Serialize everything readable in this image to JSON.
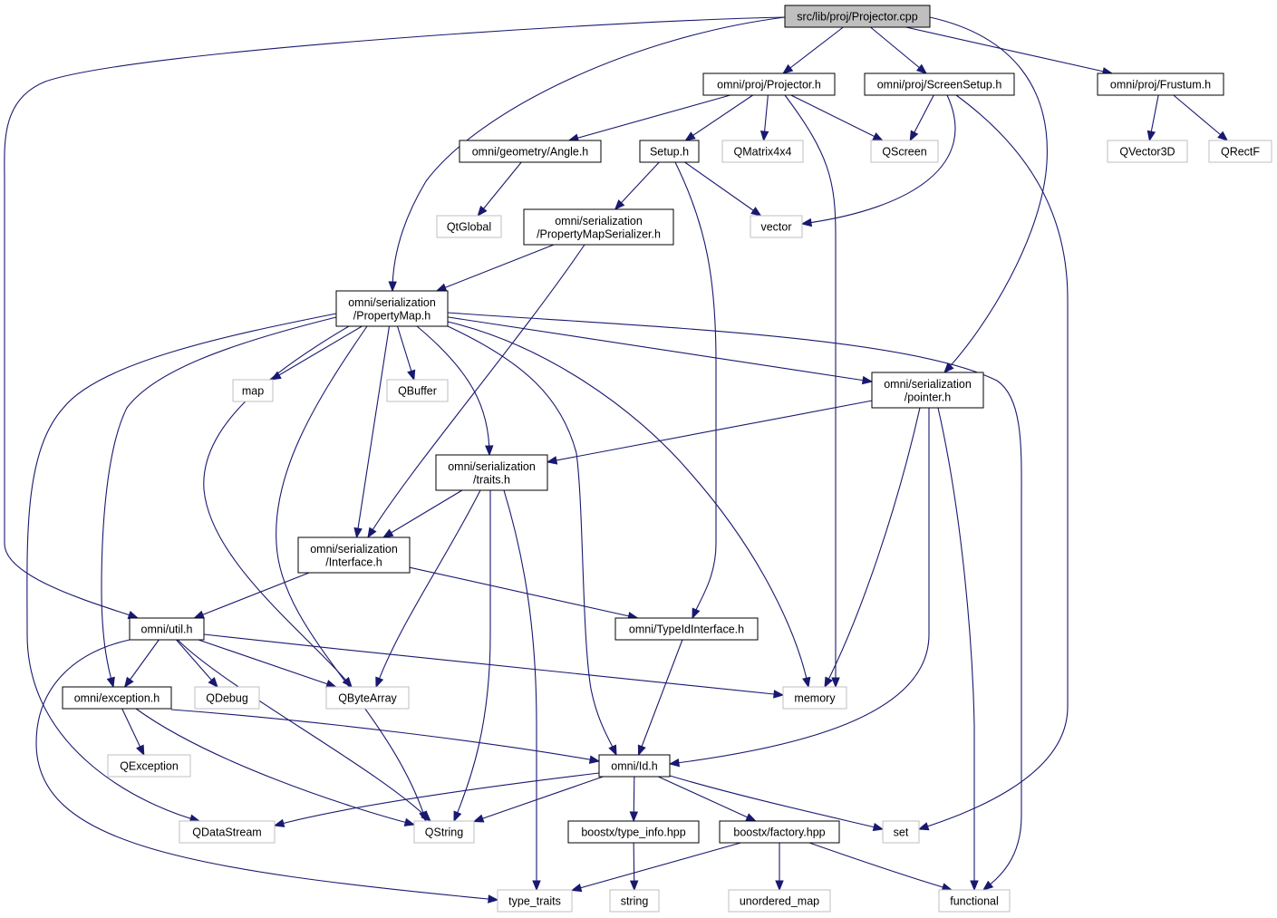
{
  "colors": {
    "edge": "#191970",
    "internal_border": "#000000",
    "external_border": "#bfbfbf",
    "root_fill": "#bfbfbf",
    "node_fill": "#ffffff",
    "label": "#000000"
  },
  "nodes": [
    {
      "id": "root",
      "lines": [
        "src/lib/proj/Projector.cpp"
      ],
      "kind": "root"
    },
    {
      "id": "projector_h",
      "lines": [
        "omni/proj/Projector.h"
      ],
      "kind": "internal"
    },
    {
      "id": "screensetup_h",
      "lines": [
        "omni/proj/ScreenSetup.h"
      ],
      "kind": "internal"
    },
    {
      "id": "frustum_h",
      "lines": [
        "omni/proj/Frustum.h"
      ],
      "kind": "internal"
    },
    {
      "id": "angle_h",
      "lines": [
        "omni/geometry/Angle.h"
      ],
      "kind": "internal"
    },
    {
      "id": "setup_h",
      "lines": [
        "Setup.h"
      ],
      "kind": "internal"
    },
    {
      "id": "qmatrix4x4",
      "lines": [
        "QMatrix4x4"
      ],
      "kind": "external"
    },
    {
      "id": "qscreen",
      "lines": [
        "QScreen"
      ],
      "kind": "external"
    },
    {
      "id": "qvector3d",
      "lines": [
        "QVector3D"
      ],
      "kind": "external"
    },
    {
      "id": "qrectf",
      "lines": [
        "QRectF"
      ],
      "kind": "external"
    },
    {
      "id": "qtglobal",
      "lines": [
        "QtGlobal"
      ],
      "kind": "external"
    },
    {
      "id": "pms_h",
      "lines": [
        "omni/serialization",
        "/PropertyMapSerializer.h"
      ],
      "kind": "internal"
    },
    {
      "id": "vector",
      "lines": [
        "vector"
      ],
      "kind": "external"
    },
    {
      "id": "propertymap_h",
      "lines": [
        "omni/serialization",
        "/PropertyMap.h"
      ],
      "kind": "internal"
    },
    {
      "id": "map",
      "lines": [
        "map"
      ],
      "kind": "external"
    },
    {
      "id": "qbuffer",
      "lines": [
        "QBuffer"
      ],
      "kind": "external"
    },
    {
      "id": "pointer_h",
      "lines": [
        "omni/serialization",
        "/pointer.h"
      ],
      "kind": "internal"
    },
    {
      "id": "traits_h",
      "lines": [
        "omni/serialization",
        "/traits.h"
      ],
      "kind": "internal"
    },
    {
      "id": "interface_h",
      "lines": [
        "omni/serialization",
        "/Interface.h"
      ],
      "kind": "internal"
    },
    {
      "id": "util_h",
      "lines": [
        "omni/util.h"
      ],
      "kind": "internal"
    },
    {
      "id": "typeid_h",
      "lines": [
        "omni/TypeIdInterface.h"
      ],
      "kind": "internal"
    },
    {
      "id": "exception_h",
      "lines": [
        "omni/exception.h"
      ],
      "kind": "internal"
    },
    {
      "id": "qdebug",
      "lines": [
        "QDebug"
      ],
      "kind": "external"
    },
    {
      "id": "qbytearray",
      "lines": [
        "QByteArray"
      ],
      "kind": "external"
    },
    {
      "id": "memory",
      "lines": [
        "memory"
      ],
      "kind": "external"
    },
    {
      "id": "qexception",
      "lines": [
        "QException"
      ],
      "kind": "external"
    },
    {
      "id": "id_h",
      "lines": [
        "omni/Id.h"
      ],
      "kind": "internal"
    },
    {
      "id": "qdatastream",
      "lines": [
        "QDataStream"
      ],
      "kind": "external"
    },
    {
      "id": "qstring",
      "lines": [
        "QString"
      ],
      "kind": "external"
    },
    {
      "id": "typeinfo_hpp",
      "lines": [
        "boostx/type_info.hpp"
      ],
      "kind": "internal"
    },
    {
      "id": "factory_hpp",
      "lines": [
        "boostx/factory.hpp"
      ],
      "kind": "internal"
    },
    {
      "id": "set",
      "lines": [
        "set"
      ],
      "kind": "external"
    },
    {
      "id": "type_traits",
      "lines": [
        "type_traits"
      ],
      "kind": "external"
    },
    {
      "id": "string",
      "lines": [
        "string"
      ],
      "kind": "external"
    },
    {
      "id": "unordered_map",
      "lines": [
        "unordered_map"
      ],
      "kind": "external"
    },
    {
      "id": "functional",
      "lines": [
        "functional"
      ],
      "kind": "external"
    }
  ],
  "edges": [
    {
      "from": "root",
      "to": "projector_h"
    },
    {
      "from": "root",
      "to": "screensetup_h"
    },
    {
      "from": "root",
      "to": "frustum_h"
    },
    {
      "from": "root",
      "to": "propertymap_h"
    },
    {
      "from": "root",
      "to": "pointer_h"
    },
    {
      "from": "root",
      "to": "util_h"
    },
    {
      "from": "projector_h",
      "to": "angle_h"
    },
    {
      "from": "projector_h",
      "to": "setup_h"
    },
    {
      "from": "projector_h",
      "to": "qmatrix4x4"
    },
    {
      "from": "projector_h",
      "to": "qscreen"
    },
    {
      "from": "projector_h",
      "to": "memory"
    },
    {
      "from": "screensetup_h",
      "to": "qscreen"
    },
    {
      "from": "screensetup_h",
      "to": "vector"
    },
    {
      "from": "screensetup_h",
      "to": "set"
    },
    {
      "from": "frustum_h",
      "to": "qvector3d"
    },
    {
      "from": "frustum_h",
      "to": "qrectf"
    },
    {
      "from": "angle_h",
      "to": "qtglobal"
    },
    {
      "from": "setup_h",
      "to": "pms_h"
    },
    {
      "from": "setup_h",
      "to": "vector"
    },
    {
      "from": "setup_h",
      "to": "typeid_h"
    },
    {
      "from": "pms_h",
      "to": "propertymap_h"
    },
    {
      "from": "pms_h",
      "to": "interface_h"
    },
    {
      "from": "propertymap_h",
      "to": "map"
    },
    {
      "from": "propertymap_h",
      "to": "qbuffer"
    },
    {
      "from": "propertymap_h",
      "to": "pointer_h"
    },
    {
      "from": "propertymap_h",
      "to": "traits_h"
    },
    {
      "from": "propertymap_h",
      "to": "interface_h"
    },
    {
      "from": "propertymap_h",
      "to": "exception_h"
    },
    {
      "from": "propertymap_h",
      "to": "qbytearray"
    },
    {
      "from": "propertymap_h",
      "to": "qstring"
    },
    {
      "from": "propertymap_h",
      "to": "qdatastream"
    },
    {
      "from": "propertymap_h",
      "to": "memory"
    },
    {
      "from": "propertymap_h",
      "to": "id_h"
    },
    {
      "from": "propertymap_h",
      "to": "functional"
    },
    {
      "from": "pointer_h",
      "to": "traits_h"
    },
    {
      "from": "pointer_h",
      "to": "memory"
    },
    {
      "from": "pointer_h",
      "to": "id_h"
    },
    {
      "from": "pointer_h",
      "to": "functional"
    },
    {
      "from": "traits_h",
      "to": "interface_h"
    },
    {
      "from": "traits_h",
      "to": "qbytearray"
    },
    {
      "from": "traits_h",
      "to": "qstring"
    },
    {
      "from": "traits_h",
      "to": "type_traits"
    },
    {
      "from": "interface_h",
      "to": "util_h"
    },
    {
      "from": "interface_h",
      "to": "typeid_h"
    },
    {
      "from": "util_h",
      "to": "exception_h"
    },
    {
      "from": "util_h",
      "to": "qdebug"
    },
    {
      "from": "util_h",
      "to": "qbytearray"
    },
    {
      "from": "util_h",
      "to": "qstring"
    },
    {
      "from": "util_h",
      "to": "memory"
    },
    {
      "from": "util_h",
      "to": "type_traits"
    },
    {
      "from": "typeid_h",
      "to": "id_h"
    },
    {
      "from": "exception_h",
      "to": "qexception"
    },
    {
      "from": "exception_h",
      "to": "qstring"
    },
    {
      "from": "exception_h",
      "to": "id_h"
    },
    {
      "from": "id_h",
      "to": "qdatastream"
    },
    {
      "from": "id_h",
      "to": "qstring"
    },
    {
      "from": "id_h",
      "to": "typeinfo_hpp"
    },
    {
      "from": "id_h",
      "to": "factory_hpp"
    },
    {
      "from": "id_h",
      "to": "set"
    },
    {
      "from": "typeinfo_hpp",
      "to": "string"
    },
    {
      "from": "factory_hpp",
      "to": "type_traits"
    },
    {
      "from": "factory_hpp",
      "to": "unordered_map"
    },
    {
      "from": "factory_hpp",
      "to": "functional"
    }
  ]
}
